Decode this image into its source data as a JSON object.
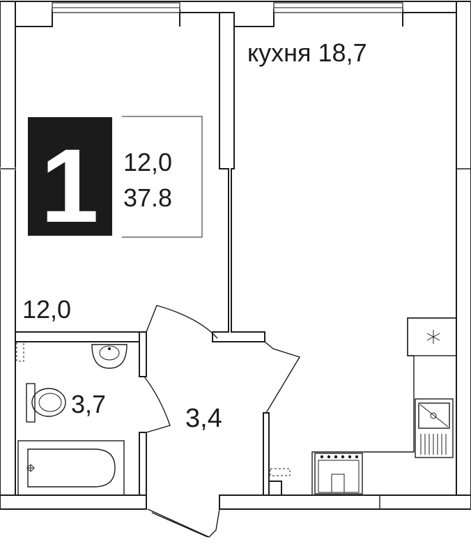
{
  "plan": {
    "badge": {
      "rooms": "1",
      "living_area": "12,0",
      "total_area": "37.8"
    },
    "rooms": {
      "kitchen": "кухня 18,7",
      "living": "12,0",
      "bathroom": "3,7",
      "hall": "3,4"
    }
  }
}
